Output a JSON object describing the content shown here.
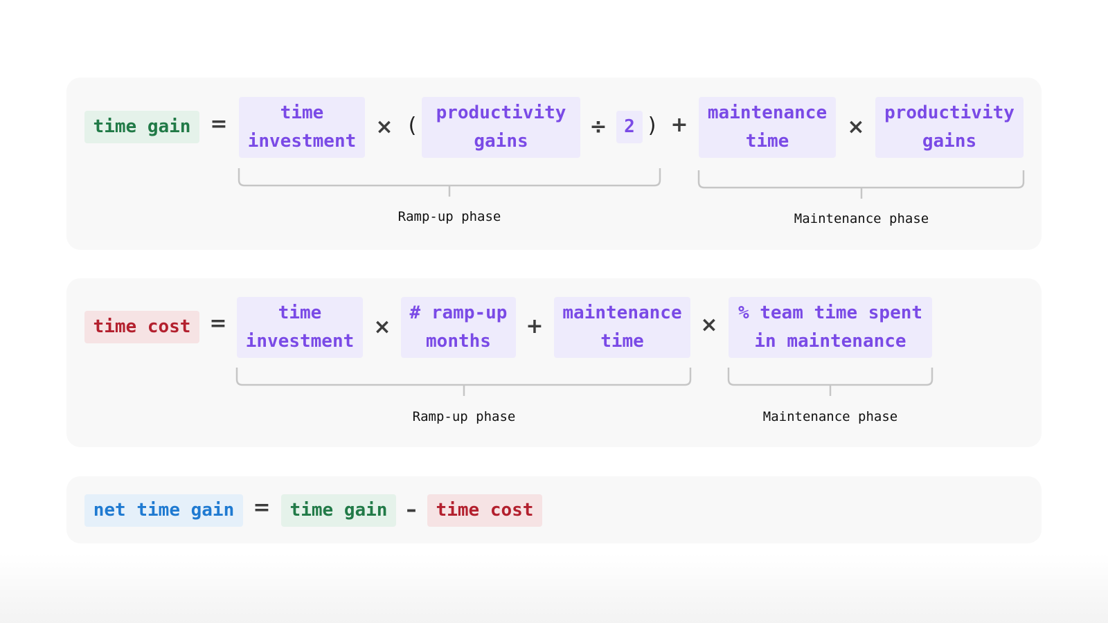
{
  "formula1": {
    "lhs": "time gain",
    "eq": "=",
    "t1": "time\ninvestment",
    "mul1": "×",
    "open_paren": "(",
    "t2": "productivity\ngains",
    "div": "÷",
    "t3": "2",
    "close_paren": ")",
    "plus": "+",
    "t4": "maintenance\ntime",
    "mul2": "×",
    "t5": "productivity\ngains",
    "phase1": "Ramp-up phase",
    "phase2": "Maintenance phase"
  },
  "formula2": {
    "lhs": "time cost",
    "eq": "=",
    "t1": "time\ninvestment",
    "mul1": "×",
    "t2": "# ramp-up\nmonths",
    "plus": "+",
    "t3": "maintenance\ntime",
    "mul2": "×",
    "t4": "% team time spent\nin maintenance",
    "phase1": "Ramp-up phase",
    "phase2": "Maintenance phase"
  },
  "formula3": {
    "lhs": "net time gain",
    "eq": "=",
    "t1": "time gain",
    "minus": "–",
    "t2": "time cost"
  },
  "colors": {
    "gain": "#217a47",
    "cost": "#b3202e",
    "net": "#1f7ad1",
    "term": "#7a4ae6",
    "panel": "#f8f8f8"
  }
}
